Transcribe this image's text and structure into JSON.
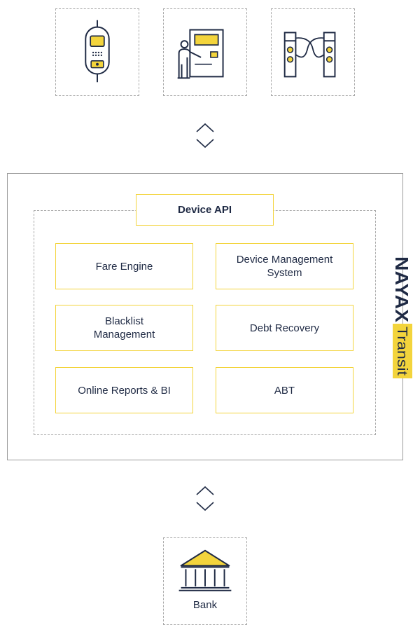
{
  "devices": [
    {
      "icon": "card-validator-icon"
    },
    {
      "icon": "ticket-vending-machine-icon"
    },
    {
      "icon": "turnstile-gate-icon"
    }
  ],
  "platform": {
    "api_label": "Device API",
    "modules": [
      {
        "label": "Fare Engine"
      },
      {
        "label": "Device Management\nSystem"
      },
      {
        "label": "Blacklist\nManagement"
      },
      {
        "label": "Debt Recovery"
      },
      {
        "label": "Online Reports & BI"
      },
      {
        "label": "ABT"
      }
    ],
    "brand": {
      "name": "NAYAX",
      "product": "Transit"
    }
  },
  "bank": {
    "label": "Bank",
    "icon": "bank-building-icon"
  },
  "colors": {
    "accent": "#f3d43c",
    "ink": "#1f2a44",
    "border": "#a8a8a8"
  }
}
